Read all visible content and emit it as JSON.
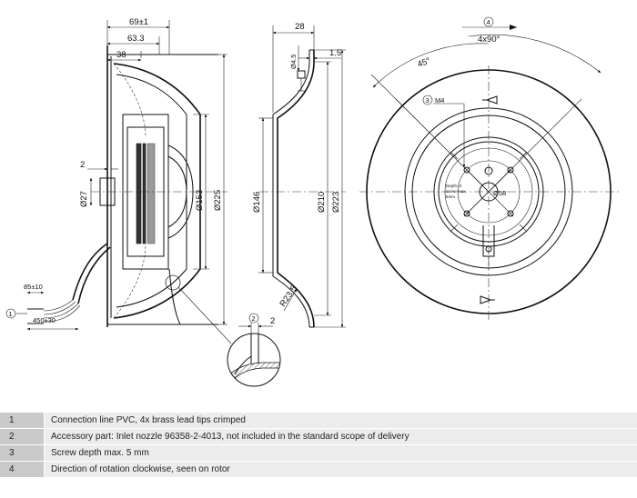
{
  "side_view": {
    "dims": {
      "overall_depth": "69±1",
      "depth_mid": "63.3",
      "depth_front": "38",
      "gap": "2",
      "shaft_dia": "Ø27",
      "hub_dia": "Ø153",
      "outer_dia": "Ø225",
      "lead_strip": "85±10",
      "lead_length": "450±30"
    },
    "callout": "1"
  },
  "nozzle_view": {
    "dims": {
      "depth": "28",
      "thread": "Ø4.5",
      "wall": "1.5",
      "inner_dia": "Ø146",
      "mid_dia": "Ø210",
      "outer_dia": "Ø223",
      "radius": "R23.5",
      "detail_gap": "2"
    },
    "callout": "2"
  },
  "front_view": {
    "rotation_callout": "4",
    "pattern": "4x90°",
    "angle": "45°",
    "screw_callout": "3",
    "screw_label": "M4",
    "bolt_circle": "Ø58",
    "screw_note": [
      "Depth of",
      "screw max.",
      "5mm"
    ]
  },
  "notes": [
    {
      "num": "1",
      "text": "Connection line PVC, 4x brass lead tips crimped"
    },
    {
      "num": "2",
      "text": "Accessory part: Inlet nozzle 96358-2-4013, not included in the standard scope of delivery"
    },
    {
      "num": "3",
      "text": "Screw depth max. 5 mm"
    },
    {
      "num": "4",
      "text": "Direction of rotation clockwise, seen on rotor"
    }
  ]
}
